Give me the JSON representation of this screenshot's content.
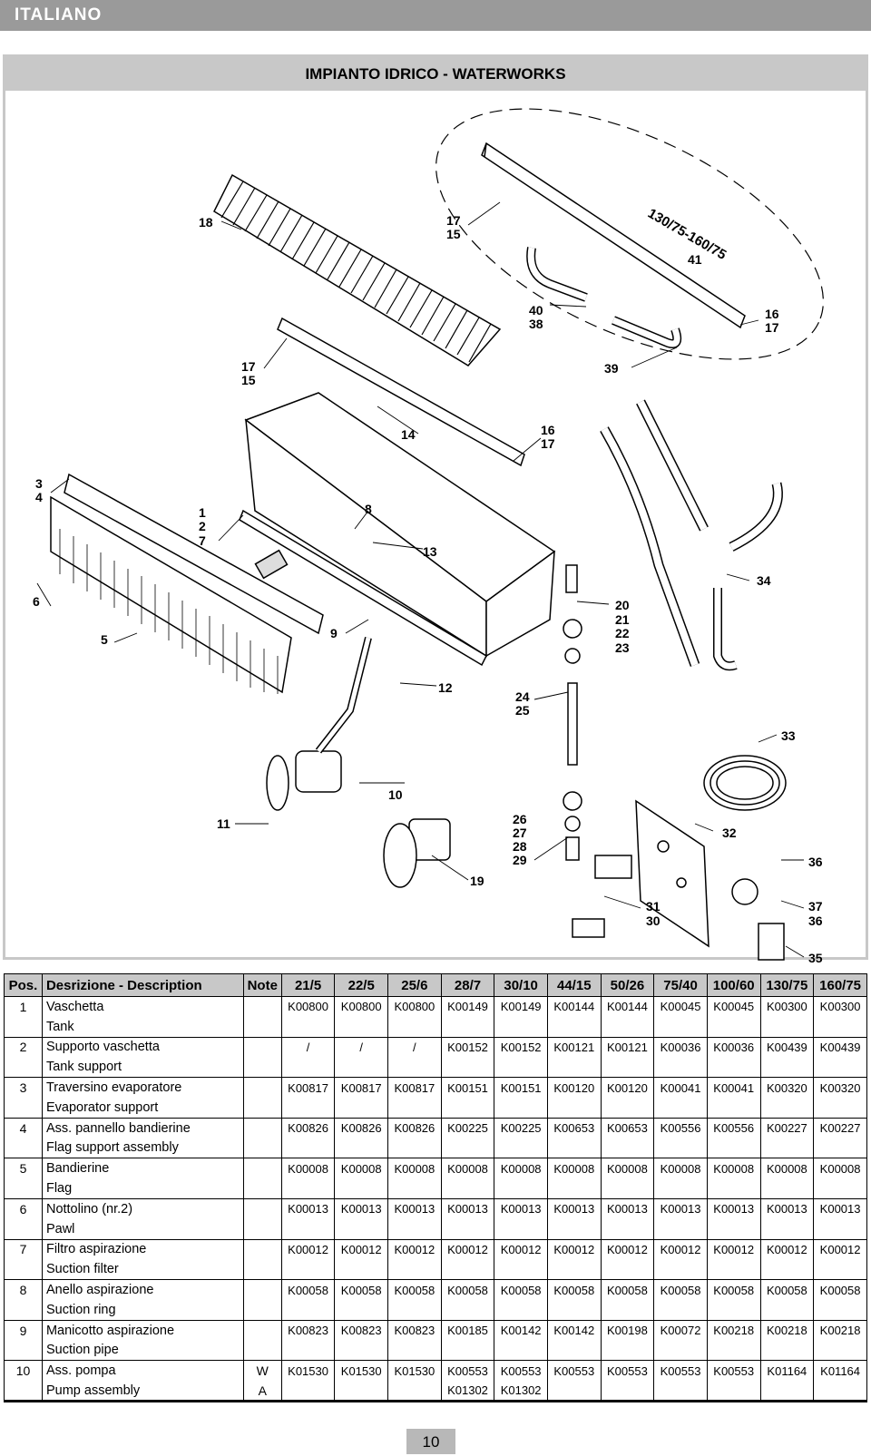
{
  "header": {
    "language": "ITALIANO"
  },
  "figure": {
    "title": "IMPIANTO IDRICO - WATERWORKS",
    "callouts": [
      "18",
      "17",
      "15",
      "130/75-160/75",
      "41",
      "40",
      "38",
      "16",
      "17",
      "39",
      "17",
      "15",
      "14",
      "16",
      "17",
      "3",
      "4",
      "1",
      "2",
      "7",
      "8",
      "13",
      "34",
      "6",
      "5",
      "9",
      "20",
      "21",
      "22",
      "23",
      "12",
      "24",
      "25",
      "33",
      "10",
      "11",
      "26",
      "27",
      "28",
      "29",
      "32",
      "36",
      "19",
      "31",
      "30",
      "37",
      "36",
      "35"
    ]
  },
  "table": {
    "headers": {
      "pos": "Pos.",
      "desc": "Desrizione - Description",
      "note": "Note",
      "models": [
        "21/5",
        "22/5",
        "25/6",
        "28/7",
        "30/10",
        "44/15",
        "50/26",
        "75/40",
        "100/60",
        "130/75",
        "160/75"
      ]
    },
    "rows": [
      {
        "pos": "1",
        "desc_it": "Vaschetta",
        "desc_en": "Tank",
        "note": "",
        "note2": "",
        "codes": [
          "K00800",
          "K00800",
          "K00800",
          "K00149",
          "K00149",
          "K00144",
          "K00144",
          "K00045",
          "K00045",
          "K00300",
          "K00300"
        ],
        "codes2": []
      },
      {
        "pos": "2",
        "desc_it": "Supporto vaschetta",
        "desc_en": "Tank support",
        "note": "",
        "note2": "",
        "codes": [
          "/",
          "/",
          "/",
          "K00152",
          "K00152",
          "K00121",
          "K00121",
          "K00036",
          "K00036",
          "K00439",
          "K00439"
        ],
        "codes2": []
      },
      {
        "pos": "3",
        "desc_it": "Traversino evaporatore",
        "desc_en": "Evaporator support",
        "note": "",
        "note2": "",
        "codes": [
          "K00817",
          "K00817",
          "K00817",
          "K00151",
          "K00151",
          "K00120",
          "K00120",
          "K00041",
          "K00041",
          "K00320",
          "K00320"
        ],
        "codes2": []
      },
      {
        "pos": "4",
        "desc_it": "Ass. pannello bandierine",
        "desc_en": "Flag support assembly",
        "note": "",
        "note2": "",
        "codes": [
          "K00826",
          "K00826",
          "K00826",
          "K00225",
          "K00225",
          "K00653",
          "K00653",
          "K00556",
          "K00556",
          "K00227",
          "K00227"
        ],
        "codes2": []
      },
      {
        "pos": "5",
        "desc_it": "Bandierine",
        "desc_en": "Flag",
        "note": "",
        "note2": "",
        "codes": [
          "K00008",
          "K00008",
          "K00008",
          "K00008",
          "K00008",
          "K00008",
          "K00008",
          "K00008",
          "K00008",
          "K00008",
          "K00008"
        ],
        "codes2": []
      },
      {
        "pos": "6",
        "desc_it": "Nottolino (nr.2)",
        "desc_en": "Pawl",
        "note": "",
        "note2": "",
        "codes": [
          "K00013",
          "K00013",
          "K00013",
          "K00013",
          "K00013",
          "K00013",
          "K00013",
          "K00013",
          "K00013",
          "K00013",
          "K00013"
        ],
        "codes2": []
      },
      {
        "pos": "7",
        "desc_it": "Filtro aspirazione",
        "desc_en": "Suction filter",
        "note": "",
        "note2": "",
        "codes": [
          "K00012",
          "K00012",
          "K00012",
          "K00012",
          "K00012",
          "K00012",
          "K00012",
          "K00012",
          "K00012",
          "K00012",
          "K00012"
        ],
        "codes2": []
      },
      {
        "pos": "8",
        "desc_it": "Anello aspirazione",
        "desc_en": "Suction ring",
        "note": "",
        "note2": "",
        "codes": [
          "K00058",
          "K00058",
          "K00058",
          "K00058",
          "K00058",
          "K00058",
          "K00058",
          "K00058",
          "K00058",
          "K00058",
          "K00058"
        ],
        "codes2": []
      },
      {
        "pos": "9",
        "desc_it": "Manicotto aspirazione",
        "desc_en": "Suction pipe",
        "note": "",
        "note2": "",
        "codes": [
          "K00823",
          "K00823",
          "K00823",
          "K00185",
          "K00142",
          "K00142",
          "K00198",
          "K00072",
          "K00218",
          "K00218",
          "K00218"
        ],
        "codes2": []
      },
      {
        "pos": "10",
        "desc_it": "Ass. pompa",
        "desc_en": "Pump assembly",
        "note": "W",
        "note2": "A",
        "codes": [
          "K01530",
          "K01530",
          "K01530",
          "K00553",
          "K00553",
          "K00553",
          "K00553",
          "K00553",
          "K00553",
          "K01164",
          "K01164"
        ],
        "codes2": [
          "",
          "",
          "",
          "K01302",
          "K01302",
          "",
          "",
          "",
          "",
          "",
          ""
        ]
      }
    ]
  },
  "footer": {
    "page_number": "10"
  }
}
